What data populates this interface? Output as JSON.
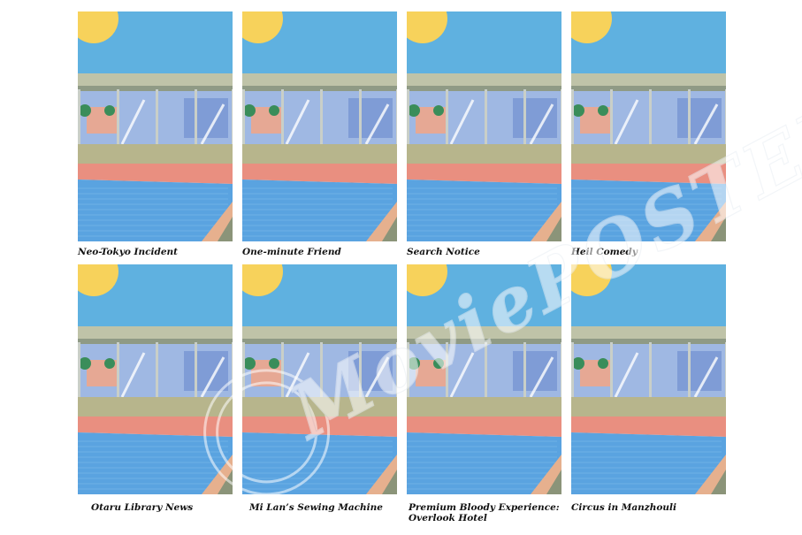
{
  "panels": [
    {
      "caption": "Neo-Tokyo Incident"
    },
    {
      "caption": "One-minute Friend"
    },
    {
      "caption": "Search Notice"
    },
    {
      "caption": "Heil Comedy"
    },
    {
      "caption": "Otaru Library News"
    },
    {
      "caption": "Mi Lan’s Sewing Machine"
    },
    {
      "caption": "Premium Bloody Experience:\nOverlook Hotel"
    },
    {
      "caption": "Circus in Manzhouli"
    }
  ],
  "watermark": {
    "text": "MoviePOSTER"
  },
  "colors": {
    "sky": "#5fb1e0",
    "sun": "#f7d25b",
    "pool": "#5aa3e0",
    "deck": "#e98f80",
    "glass": "#9fb8e3",
    "frame": "#c9cfc8"
  }
}
